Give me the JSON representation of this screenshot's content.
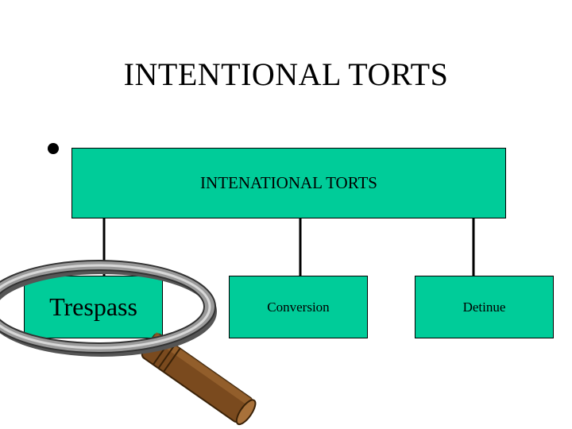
{
  "slide": {
    "title": "INTENTIONAL TORTS"
  },
  "diagram": {
    "root": {
      "label": "INTENATIONAL TORTS"
    },
    "children": [
      {
        "label": "Trespass"
      },
      {
        "label": "Conversion"
      },
      {
        "label": "Detinue"
      }
    ]
  },
  "colors": {
    "box_fill": "#00cc99",
    "box_border": "#000000",
    "magnifier_handle": "#7a4a1e",
    "magnifier_rim": "#9a9a9a"
  },
  "icons": {
    "magnifier": "magnifying-glass-icon",
    "bullet": "bullet-dot-icon"
  }
}
